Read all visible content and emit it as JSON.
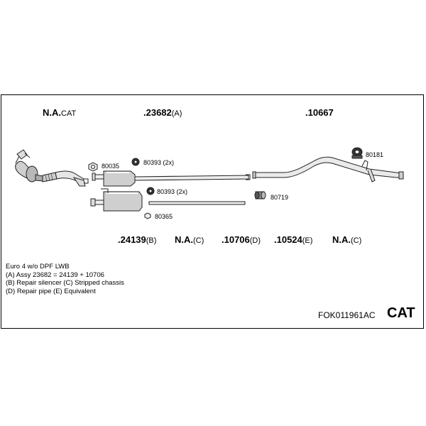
{
  "top_labels": [
    {
      "main": "N.A.",
      "suffix": "CAT"
    },
    {
      "main": ".23682",
      "suffix": "(A)"
    },
    {
      "main": ".10667",
      "suffix": ""
    }
  ],
  "bottom_labels": [
    {
      "main": ".24139",
      "suffix": "(B)"
    },
    {
      "main": "N.A.",
      "suffix": "(C)"
    },
    {
      "main": ".10706",
      "suffix": "(D)"
    },
    {
      "main": ".10524",
      "suffix": "(E)"
    },
    {
      "main": "N.A.",
      "suffix": "(C)"
    }
  ],
  "part_labels": {
    "p80035": "80035",
    "p80393a": "80393 (2x)",
    "p80393b": "80393 (2x)",
    "p80365": "80365",
    "p80181": "80181",
    "p80719": "80719"
  },
  "notes": [
    "Euro 4   w/o DPF   LWB",
    "(A) Assy 23682 = 24139 + 10706",
    "(B) Repair silencer (C) Stripped chassis",
    "(D) Repair pipe (E) Equivalent"
  ],
  "footer": {
    "code": "FOK011961AC",
    "cat": "CAT"
  }
}
